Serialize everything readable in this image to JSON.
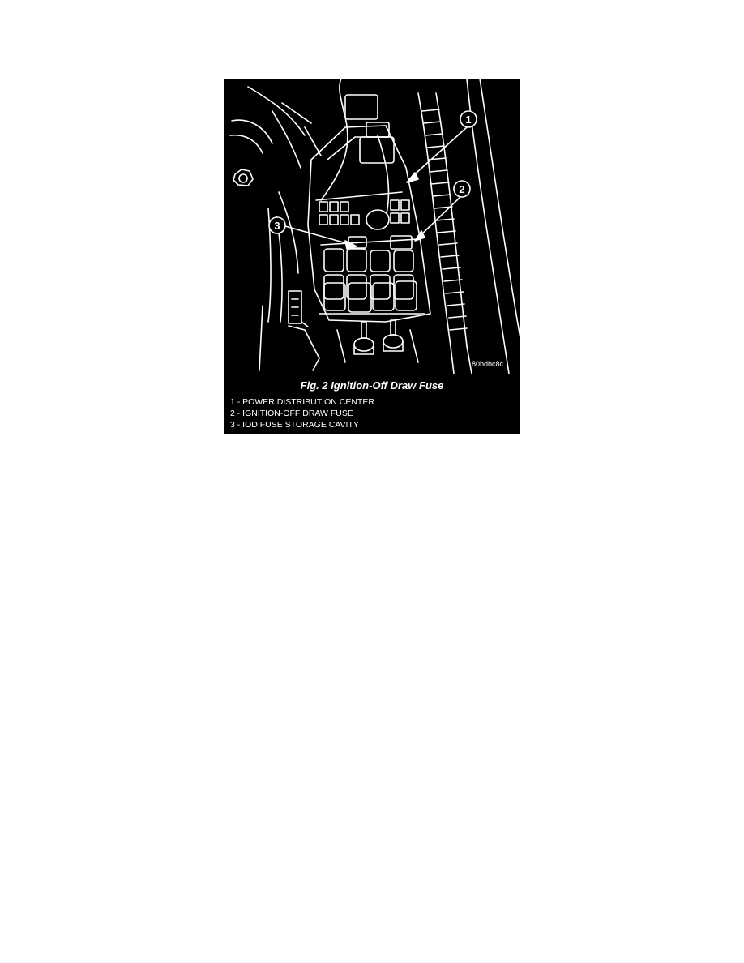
{
  "figure": {
    "image_code": "80bdbc8c",
    "title": "Fig. 2 Ignition-Off Draw Fuse",
    "callouts": [
      "1",
      "2",
      "3"
    ],
    "legend": [
      "1 - POWER DISTRIBUTION CENTER",
      "2 - IGNITION-OFF DRAW FUSE",
      "3 - IOD FUSE STORAGE CAVITY"
    ],
    "colors": {
      "panel_background": "#000000",
      "line_art": "#ffffff"
    }
  }
}
